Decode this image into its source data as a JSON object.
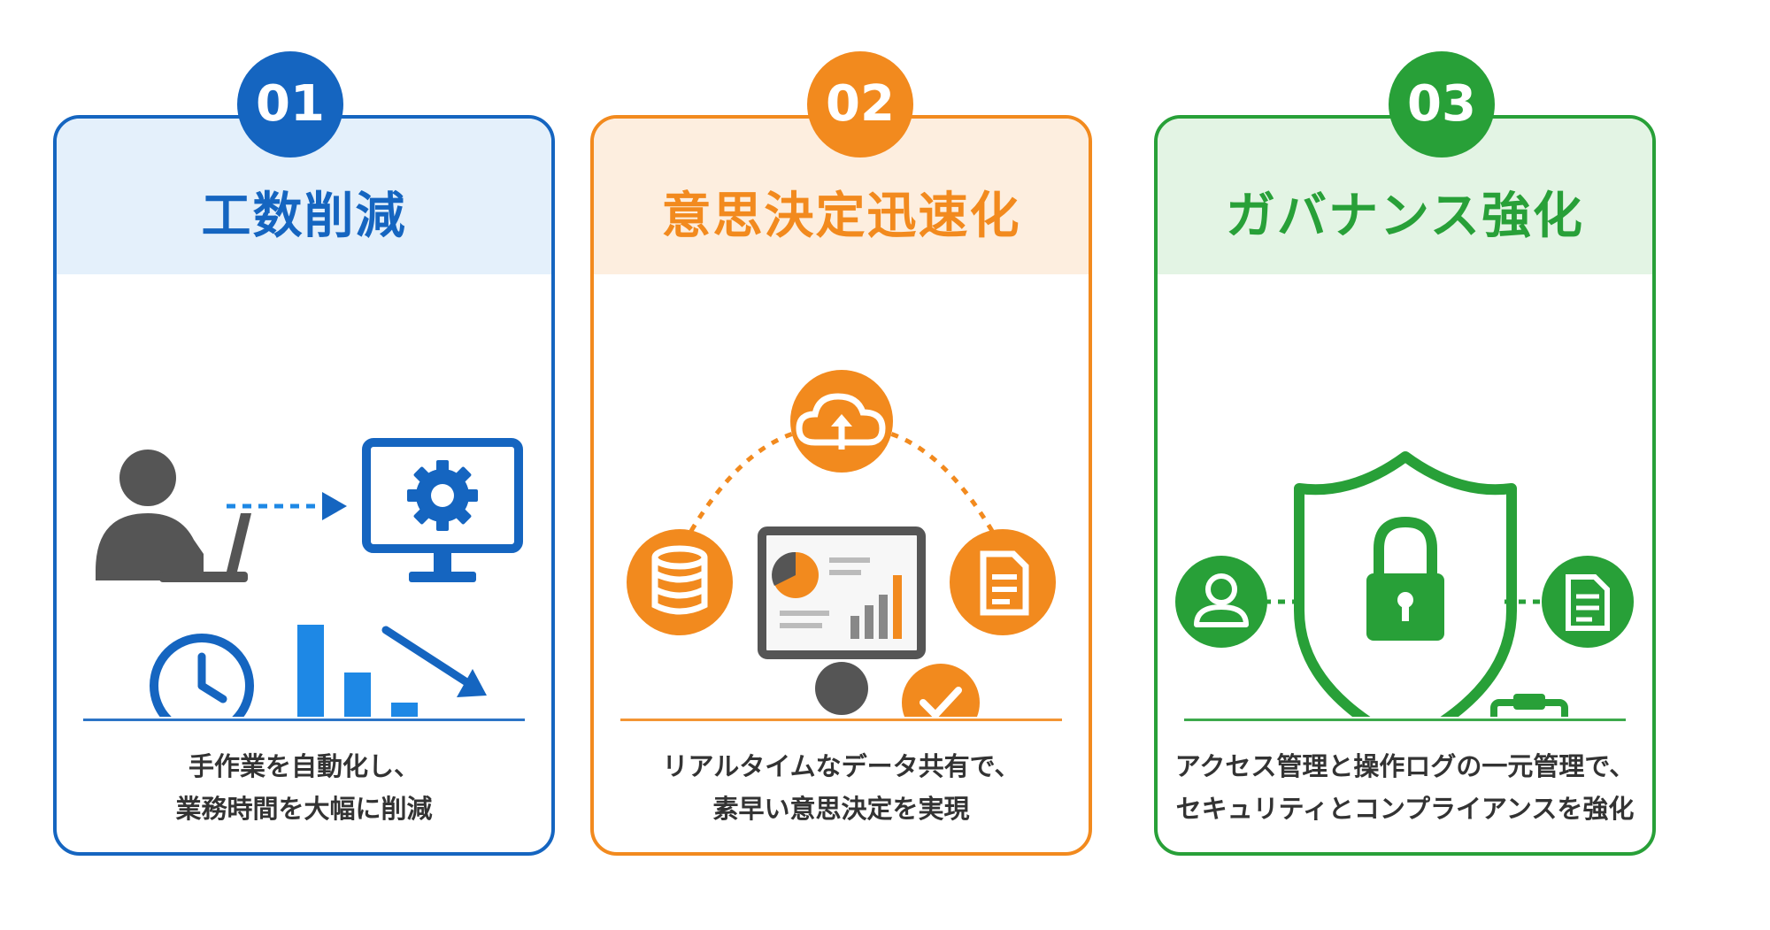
{
  "colors": {
    "blue": "#1565c0",
    "orange": "#f28a1e",
    "green": "#28a038"
  },
  "cards": [
    {
      "number": "01",
      "title": "工数削減",
      "description_lines": [
        "手作業を自動化し、",
        "業務時間を大幅に削減"
      ],
      "icons": [
        "person-laptop-icon",
        "monitor-gear-icon",
        "clock-icon",
        "bar-chart-decrease-icon"
      ]
    },
    {
      "number": "02",
      "title": "意思決定迅速化",
      "description_lines": [
        "リアルタイムなデータ共有で、",
        "素早い意思決定を実現"
      ],
      "icons": [
        "cloud-upload-icon",
        "database-icon",
        "dashboard-icon",
        "document-icon",
        "businessman-icon",
        "check-bubble-icon"
      ]
    },
    {
      "number": "03",
      "title": "ガバナンス強化",
      "description_lines": [
        "アクセス管理と操作ログの一元管理で、",
        "セキュリティとコンプライアンスを強化"
      ],
      "icons": [
        "user-icon",
        "shield-lock-icon",
        "document-icon",
        "checklist-clipboard-icon"
      ]
    }
  ]
}
